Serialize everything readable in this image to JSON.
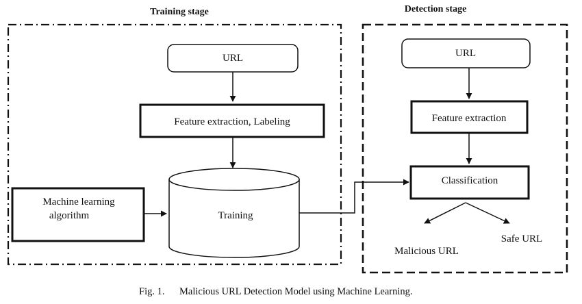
{
  "training_stage": {
    "title": "Training stage",
    "url_label": "URL",
    "feature_label": "Feature extraction, Labeling",
    "training_label": "Training",
    "ml_algorithm_line1": "Machine learning",
    "ml_algorithm_line2": "algorithm"
  },
  "detection_stage": {
    "title": "Detection stage",
    "url_label": "URL",
    "feature_label": "Feature extraction",
    "classification_label": "Classification",
    "malicious_label": "Malicious URL",
    "safe_label": "Safe URL"
  },
  "caption": {
    "fig_label": "Fig. 1.",
    "text": "Malicious URL Detection Model using Machine Learning."
  }
}
